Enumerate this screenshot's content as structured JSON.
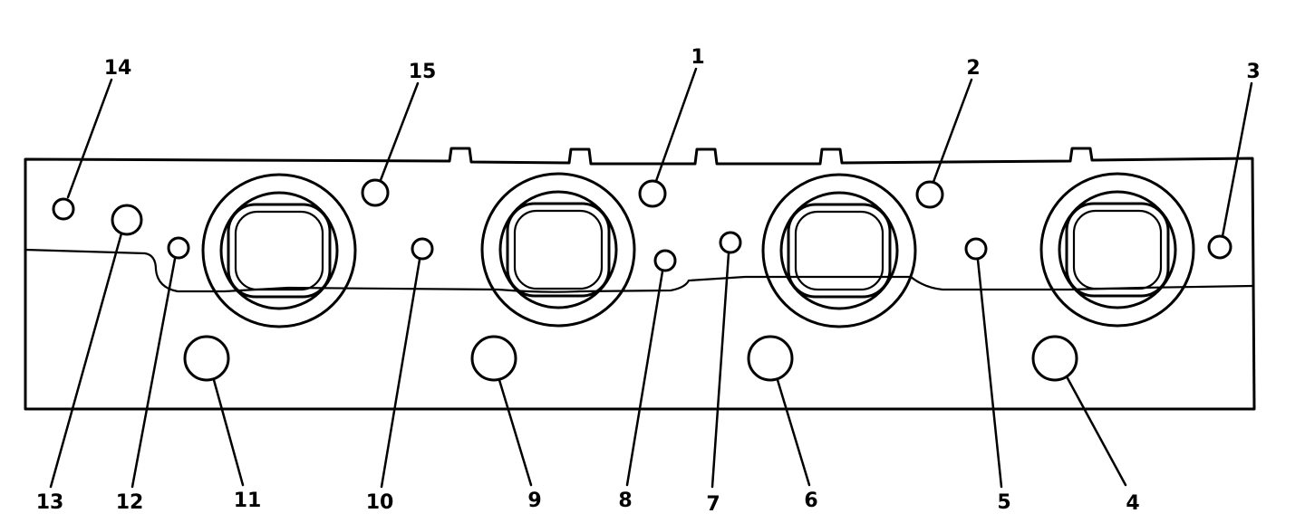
{
  "diagram": {
    "callouts": [
      {
        "id": "1",
        "label": "1"
      },
      {
        "id": "2",
        "label": "2"
      },
      {
        "id": "3",
        "label": "3"
      },
      {
        "id": "4",
        "label": "4"
      },
      {
        "id": "5",
        "label": "5"
      },
      {
        "id": "6",
        "label": "6"
      },
      {
        "id": "7",
        "label": "7"
      },
      {
        "id": "8",
        "label": "8"
      },
      {
        "id": "9",
        "label": "9"
      },
      {
        "id": "10",
        "label": "10"
      },
      {
        "id": "11",
        "label": "11"
      },
      {
        "id": "12",
        "label": "12"
      },
      {
        "id": "13",
        "label": "13"
      },
      {
        "id": "14",
        "label": "14"
      },
      {
        "id": "15",
        "label": "15"
      }
    ],
    "ink_color": "#000000",
    "paper_color": "#ffffff"
  }
}
